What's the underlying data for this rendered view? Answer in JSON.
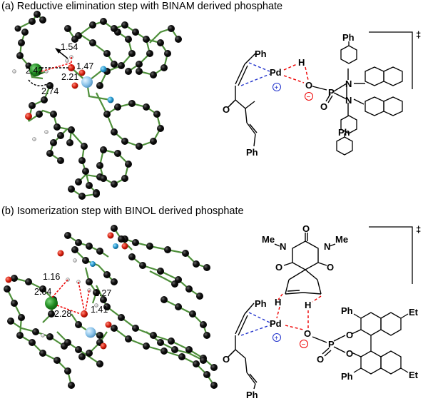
{
  "captions": {
    "a": "(a) Reductive elimination step with BINAM derived phosphate",
    "b": "(b) Isomerization step with BINOL derived phosphate"
  },
  "panel_a": {
    "distances": [
      "1.54",
      "1.47",
      "2.42",
      "2.21",
      "2.74"
    ],
    "scheme": {
      "ph_top": "Ph",
      "pd": "Pd",
      "h": "H",
      "o_minus": "O",
      "p": "P",
      "o_double": "O",
      "n_top": "N",
      "n_bottom": "N",
      "ph_aryl_top": "Ph",
      "ph_aryl_bottom": "Ph",
      "ketone_o": "O",
      "ph_bottom": "Ph",
      "plus": "+",
      "minus": "−",
      "dagger": "‡"
    }
  },
  "panel_b": {
    "distances": [
      "1.16",
      "2.04",
      "1.27",
      "1.41",
      "2.28"
    ],
    "scheme": {
      "me_left": "Me",
      "me_right": "Me",
      "n_left": "N",
      "n_right": "N",
      "o_top": "O",
      "o_left": "O",
      "o_right": "O",
      "h_left": "H",
      "h_right": "H",
      "pd": "Pd",
      "o_minus": "O",
      "p": "P",
      "o_ring_top": "O",
      "o_ring_bottom": "O",
      "o_double": "O",
      "ph_top": "Ph",
      "ph_bottom": "Ph",
      "et_top": "Et",
      "et_bottom": "Et",
      "ketone_o": "O",
      "ph_vinyl_top": "Ph",
      "ph_bottom_chain": "Ph",
      "plus": "+",
      "minus": "−",
      "dagger": "‡"
    }
  }
}
